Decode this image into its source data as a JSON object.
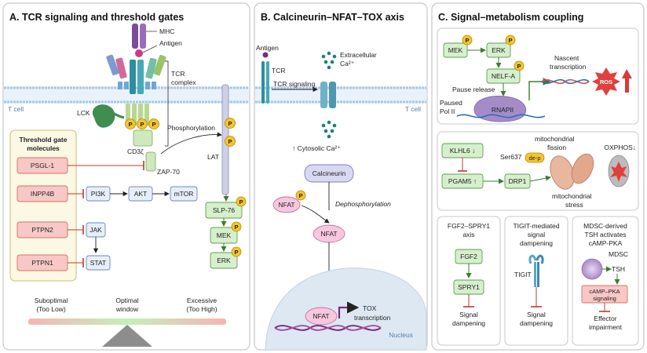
{
  "panel_a": {
    "title": "A. TCR signaling and threshold gates",
    "mhc": "MHC",
    "antigen": "Antigen",
    "tcr_complex_1": "TCR",
    "tcr_complex_2": "complex",
    "tcell": "T cell",
    "lck": "LCK",
    "cd3z": "CD3ζ",
    "phosphorylation": "Phosphorylation",
    "zap70": "ZAP-70",
    "lat": "LAT",
    "p": "P",
    "gate_title_1": "Threshold gate",
    "gate_title_2": "molecules",
    "psgl1": "PSGL-1",
    "inpp4b": "INPP4B",
    "ptpn2": "PTPN2",
    "ptpn1": "PTPN1",
    "pi3k": "PI3K",
    "akt": "AKT",
    "mtor": "mTOR",
    "jak": "JAK",
    "stat": "STAT",
    "slp76": "SLP-76",
    "mek": "MEK",
    "erk": "ERK",
    "scale_low_1": "Suboptimal",
    "scale_low_2": "(Too Low)",
    "scale_mid_1": "Optimal",
    "scale_mid_2": "window",
    "scale_high_1": "Excessive",
    "scale_high_2": "(Too High)"
  },
  "panel_b": {
    "title": "B. Calcineurin–NFAT–TOX axis",
    "antigen": "Antigen",
    "tcr": "TCR",
    "tcr_signaling": "TCR signaling",
    "extracellular_1": "Extracellular",
    "extracellular_2": "Ca²⁺",
    "tcell": "T cell",
    "cytosolic": "↑ Cytosolic Ca²⁺",
    "calcineurin": "Calcineurin",
    "nfat": "NFAT",
    "p": "P",
    "dephos": "Dephosphorylation",
    "tox_1": "TOX",
    "tox_2": "transcription",
    "nucleus": "Nucleus"
  },
  "panel_c": {
    "title": "C. Signal–metabolism coupling",
    "mek": "MEK",
    "erk": "ERK",
    "p": "P",
    "nelfa": "NELF-A",
    "nascent_1": "Nascent",
    "nascent_2": "transcription",
    "pause_release": "Pause release",
    "paused_1": "Paused",
    "paused_2": "Pol II",
    "rnapii": "RNAPII",
    "ros": "ROS",
    "klhl6": "KLHL6 ↓",
    "pgam5": "PGAM5 ↑",
    "ser637": "Ser637",
    "dep": "de-p",
    "drp1": "DRP1",
    "mito_fission_1": "mitochondrial",
    "mito_fission_2": "fission",
    "oxphos": "OXPHOS↓",
    "mito_stress_1": "mitochondrial",
    "mito_stress_2": "stress",
    "fgf_title_1": "FGF2–SPRY1",
    "fgf_title_2": "axis",
    "fgf2": "FGF2",
    "spry1": "SPRY1",
    "signal_1": "Signal",
    "signal_2": "dampening",
    "tigit_title_1": "TIGIT-mediated",
    "tigit_title_2": "signal",
    "tigit_title_3": "dampening",
    "tigit": "TIGIT",
    "mdsc_title_1": "MDSC-derived",
    "mdsc_title_2": "TSH activates",
    "mdsc_title_3": "cAMP-PKA",
    "mdsc": "MDSC",
    "tsh": "TSH",
    "camp_1": "cAMP–PKA",
    "camp_2": "signaling",
    "effector_1": "Effector",
    "effector_2": "impairment"
  },
  "colors": {
    "panel_bg": "#ffffff",
    "panel_border": "#c9c9c9",
    "gate_box_bg": "#fbf8e3",
    "gate_box_border": "#c8bf74",
    "pink_fill": "#f7c8c6",
    "pink_border": "#d9706b",
    "green_fill": "#d6efcd",
    "green_border": "#5f9f4d",
    "blue_fill": "#e6eefa",
    "blue_border": "#6f88b8",
    "p_fill": "#f4c430",
    "p_border": "#b48800",
    "inhibit": "#c0392b",
    "membrane": "#a8c8e6",
    "teal": "#2b8fa0",
    "purple": "#7b2c83",
    "nucleus": "#dde8f3"
  }
}
